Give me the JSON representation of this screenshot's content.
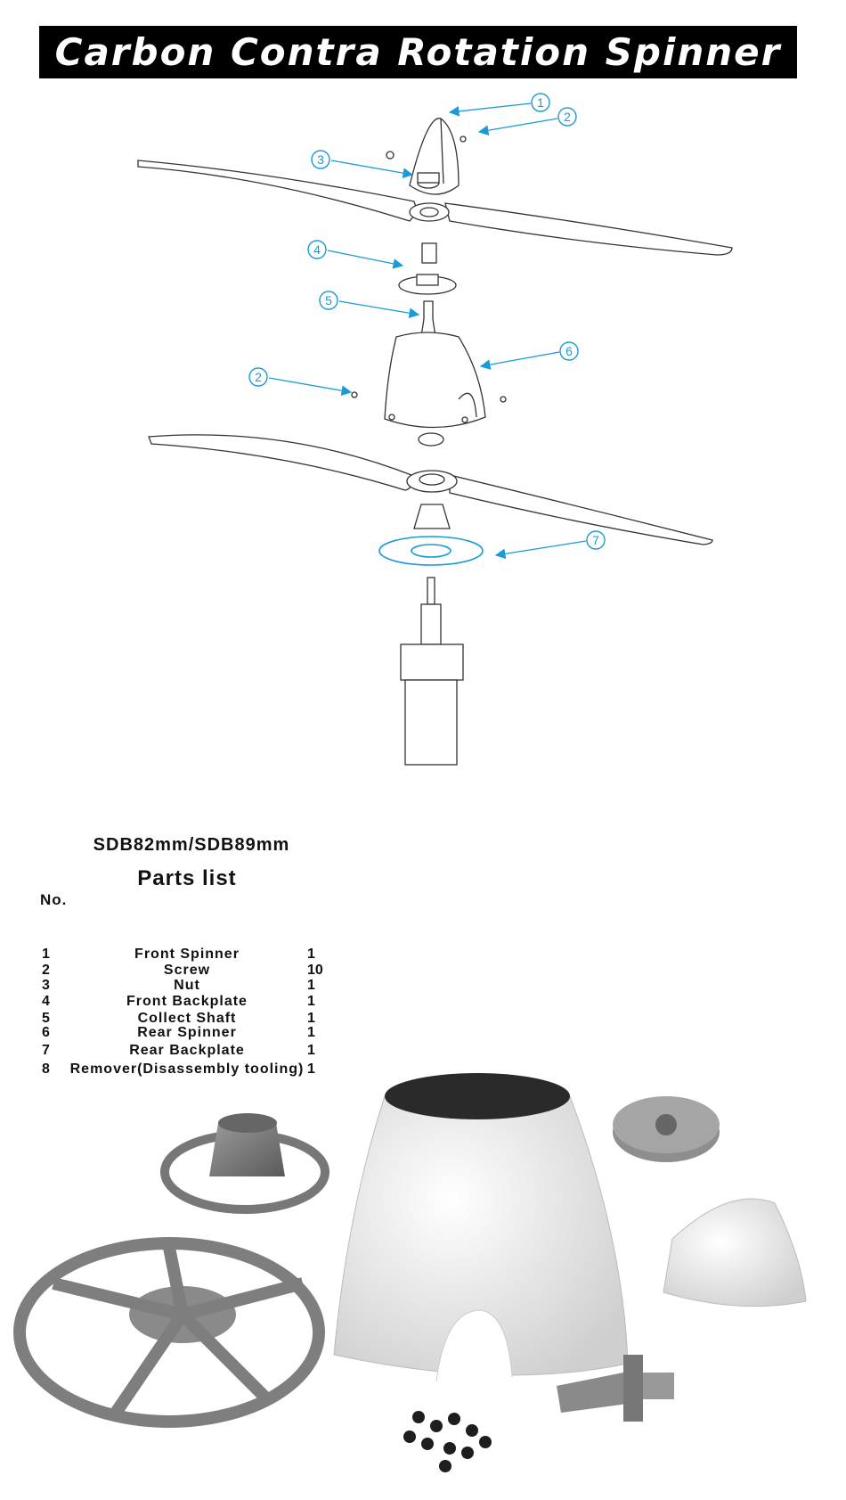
{
  "banner": {
    "title": "Carbon Contra Rotation Spinner"
  },
  "diagram": {
    "callouts": [
      "1",
      "2",
      "3",
      "4",
      "5",
      "6",
      "2",
      "7"
    ],
    "accent_color": "#1a9ad6"
  },
  "parts_section": {
    "model": "SDB82mm/SDB89mm",
    "title": "Parts list",
    "no_header": "No.",
    "rows": [
      {
        "no": "1",
        "part": "Front Spinner",
        "qty": "1"
      },
      {
        "no": "2",
        "part": "Screw",
        "qty": "10"
      },
      {
        "no": "3",
        "part": "Nut",
        "qty": "1"
      },
      {
        "no": "4",
        "part": "Front Backplate",
        "qty": "1"
      },
      {
        "no": "5",
        "part": "Collect Shaft",
        "qty": "1"
      },
      {
        "no": "6",
        "part": "Rear Spinner",
        "qty": "1"
      },
      {
        "no": "7",
        "part": "Rear Backplate",
        "qty": "1"
      },
      {
        "no": "8",
        "part": "Remover(Disassembly tooling)",
        "qty": "1"
      }
    ]
  }
}
